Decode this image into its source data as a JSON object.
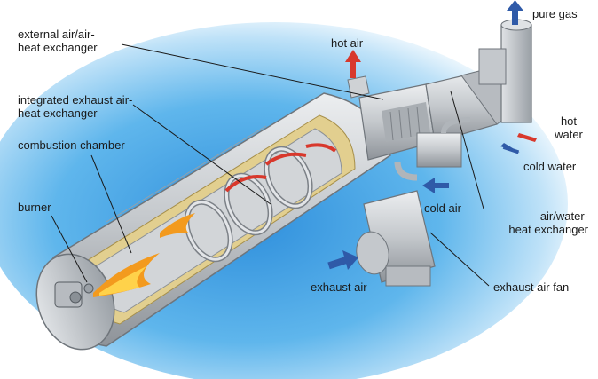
{
  "labels": {
    "external_exchanger": [
      "external air/air-",
      "heat exchanger"
    ],
    "integrated_exchanger": [
      "integrated exhaust air-",
      "heat exchanger"
    ],
    "combustion_chamber": "combustion chamber",
    "burner": "burner",
    "hot_air": "hot air",
    "pure_gas": "pure gas",
    "hot_water": [
      "hot",
      "water"
    ],
    "cold_water": "cold water",
    "cold_air": "cold air",
    "air_water_exchanger": [
      "air/water-",
      "heat exchanger"
    ],
    "exhaust_air": "exhaust air",
    "exhaust_air_fan": "exhaust air fan"
  },
  "colors": {
    "background_glow": "#5fb6ec",
    "hot_arrow": "#d8382c",
    "cold_arrow": "#2f5aa8",
    "casing": "#c9ccd0",
    "insulation": "#e2cf8f",
    "flame": "#f39a1e"
  }
}
